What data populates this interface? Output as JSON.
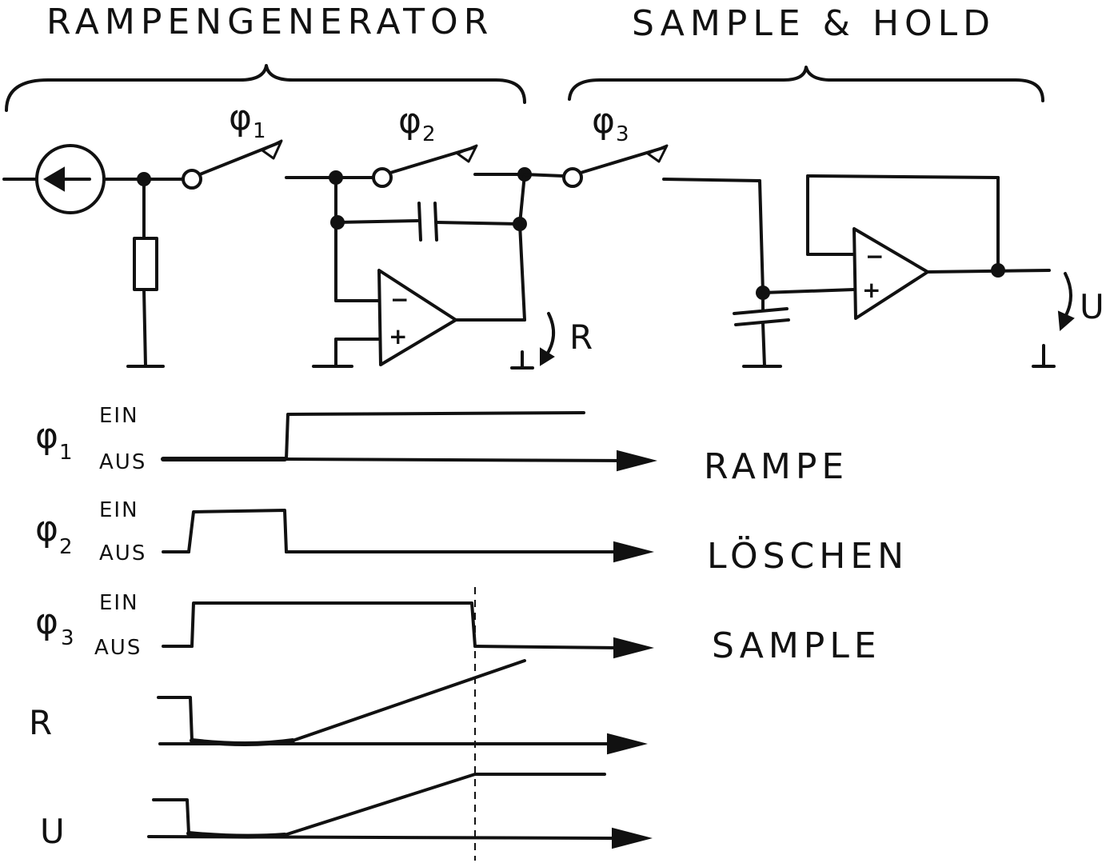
{
  "headings": {
    "ramp_generator": "RAMPENGENERATOR",
    "sample_hold": "SAMPLE & HOLD"
  },
  "switches": [
    {
      "symbol": "φ",
      "index": "1"
    },
    {
      "symbol": "φ",
      "index": "2"
    },
    {
      "symbol": "φ",
      "index": "3"
    }
  ],
  "circuit_labels": {
    "ramp_output": "R",
    "hold_output": "U",
    "minus": "−",
    "plus": "+"
  },
  "timing": {
    "state_on": "EIN",
    "state_off": "AUS",
    "rows": [
      {
        "symbol": "φ",
        "index": "1",
        "function": "RAMPE"
      },
      {
        "symbol": "φ",
        "index": "2",
        "function": "LÖSCHEN"
      },
      {
        "symbol": "φ",
        "index": "3",
        "function": "SAMPLE"
      }
    ],
    "signals": [
      {
        "name": "R"
      },
      {
        "name": "U"
      }
    ]
  }
}
